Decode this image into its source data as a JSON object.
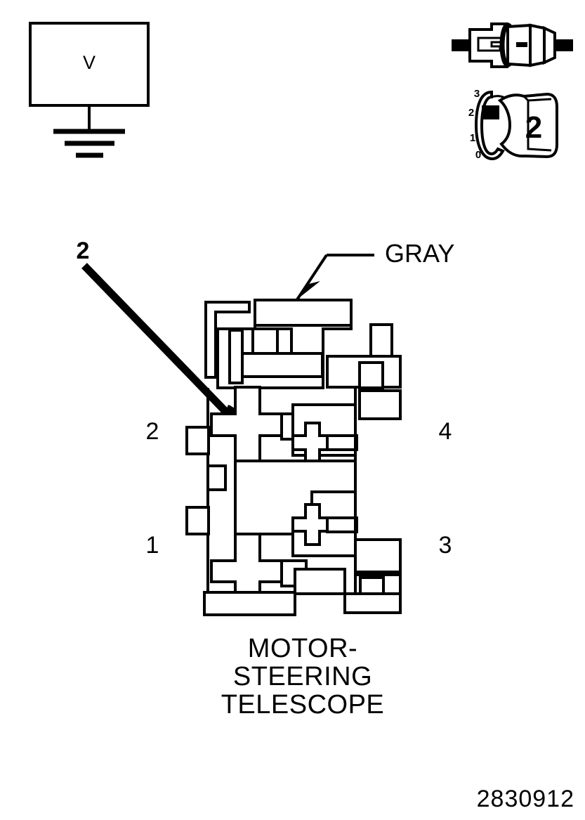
{
  "document": {
    "type": "automotive-wiring-test-diagram",
    "part_number": "2830912"
  },
  "meter": {
    "name": "voltmeter",
    "symbol_letter": "V",
    "ground_symbol": true
  },
  "connector_detail": {
    "name": "two-piece-electrical-connector",
    "description": "male and female connector halves separated"
  },
  "switch_detail": {
    "name": "rotary-selector-switch",
    "selected_position": "2",
    "positions": [
      "3",
      "2",
      "1",
      "0"
    ],
    "marker_at": "2"
  },
  "callouts": {
    "probe_number": "2",
    "wire_color": "GRAY"
  },
  "component": {
    "caption": {
      "line1": "MOTOR-",
      "line2": "STEERING",
      "line3": "TELESCOPE"
    },
    "pins": {
      "top_left": "2",
      "bottom_left": "1",
      "top_right": "4",
      "bottom_right": "3"
    }
  },
  "colors": {
    "stroke": "#000000",
    "background": "#ffffff"
  }
}
